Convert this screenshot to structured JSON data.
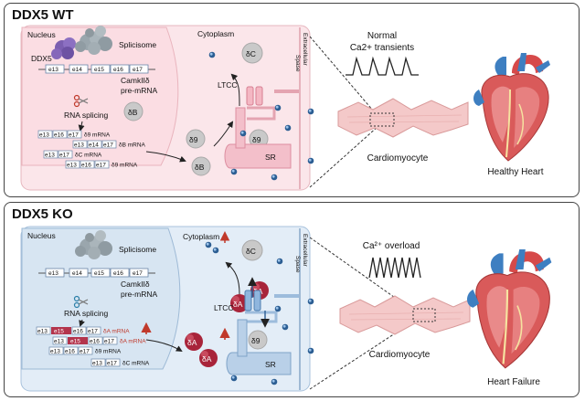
{
  "wt": {
    "title": "DDX5 WT",
    "nucleus": "Nucleus",
    "ddx5": "DDX5",
    "splicisome": "Splicisome",
    "camk": "CamkIIδ",
    "premrna": "pre-mRNA",
    "rna_splicing": "RNA splicing",
    "cytoplasm": "Cytoplasm",
    "extracellular": "Extracellular",
    "spase": "Spase",
    "ltcc": "LTCC",
    "sr": "SR",
    "delta_c": "δC",
    "delta_b": "δB",
    "delta_9": "δ9",
    "exons_top": [
      "e13",
      "e14",
      "e15",
      "e16",
      "e17"
    ],
    "mrna1_exons": [
      "e13",
      "e16",
      "e17"
    ],
    "mrna1_label": "δ9 mRNA",
    "mrna2_exons": [
      "e13",
      "e14",
      "e17"
    ],
    "mrna2_label": "δB mRNA",
    "mrna3_exons": [
      "e13",
      "e17"
    ],
    "mrna3_label": "δC mRNA",
    "mrna4_exons": [
      "e13",
      "e16",
      "e17"
    ],
    "mrna4_label": "δ9 mRNA",
    "transients_line1": "Normal",
    "transients_line2": "Ca2+ transients",
    "cardiomyocyte": "Cardiomyocyte",
    "heart": "Healthy Heart"
  },
  "ko": {
    "title": "DDX5 KO",
    "nucleus": "Nucleus",
    "splicisome": "Splicisome",
    "camk": "CamkIIδ",
    "premrna": "pre-mRNA",
    "rna_splicing": "RNA splicing",
    "cytoplasm": "Cytoplasm",
    "extracellular": "Extracellular",
    "spase": "Spase",
    "ltcc": "LTCC",
    "sr": "SR",
    "delta_c": "δC",
    "delta_a": "δA",
    "delta_9": "δ9",
    "exons_top": [
      "e13",
      "e14",
      "e15",
      "e16",
      "e17"
    ],
    "mrna1_exons": [
      "e13",
      "e15",
      "e16",
      "e17"
    ],
    "mrna1_label": "δA mRNA",
    "mrna2_exons": [
      "e13",
      "e15",
      "e16",
      "e17"
    ],
    "mrna2_label": "δA mRNA",
    "mrna3_exons": [
      "e13",
      "e16",
      "e17"
    ],
    "mrna3_label": "δ9 mRNA",
    "mrna4_exons": [
      "e13",
      "e17"
    ],
    "mrna4_label": "δC mRNA",
    "overload": "Ca²⁺ overload",
    "cardiomyocyte": "Cardiomyocyte",
    "heart": "Heart Failure"
  },
  "colors": {
    "wt_cell": "#fbe6ea",
    "ko_cell": "#e3edf7",
    "ddx5_purple": "#7b5fb0",
    "splicisome": "#9aa6ad",
    "exon_red": "#b3344c",
    "arrow_red": "#c0392b",
    "ca_blue": "#2c5e93",
    "heart_red": "#d64a4a"
  }
}
